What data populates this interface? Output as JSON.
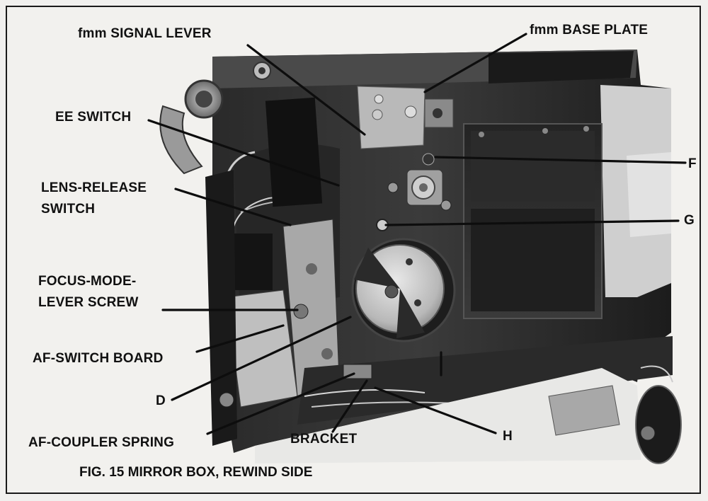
{
  "figure": {
    "caption": "FIG. 15  MIRROR BOX, REWIND SIDE"
  },
  "labels": {
    "fmm_signal_lever": "fmm SIGNAL LEVER",
    "fmm_base_plate": "fmm BASE PLATE",
    "ee_switch": "EE SWITCH",
    "lens_release_line1": "LENS-RELEASE",
    "lens_release_line2": "SWITCH",
    "focus_mode_line1": "FOCUS-MODE-",
    "focus_mode_line2": "LEVER SCREW",
    "af_switch_board": "AF-SWITCH BOARD",
    "d": "D",
    "af_coupler_spring": "AF-COUPLER SPRING",
    "bracket": "BRACKET",
    "h": "H",
    "f": "F",
    "g": "G"
  }
}
